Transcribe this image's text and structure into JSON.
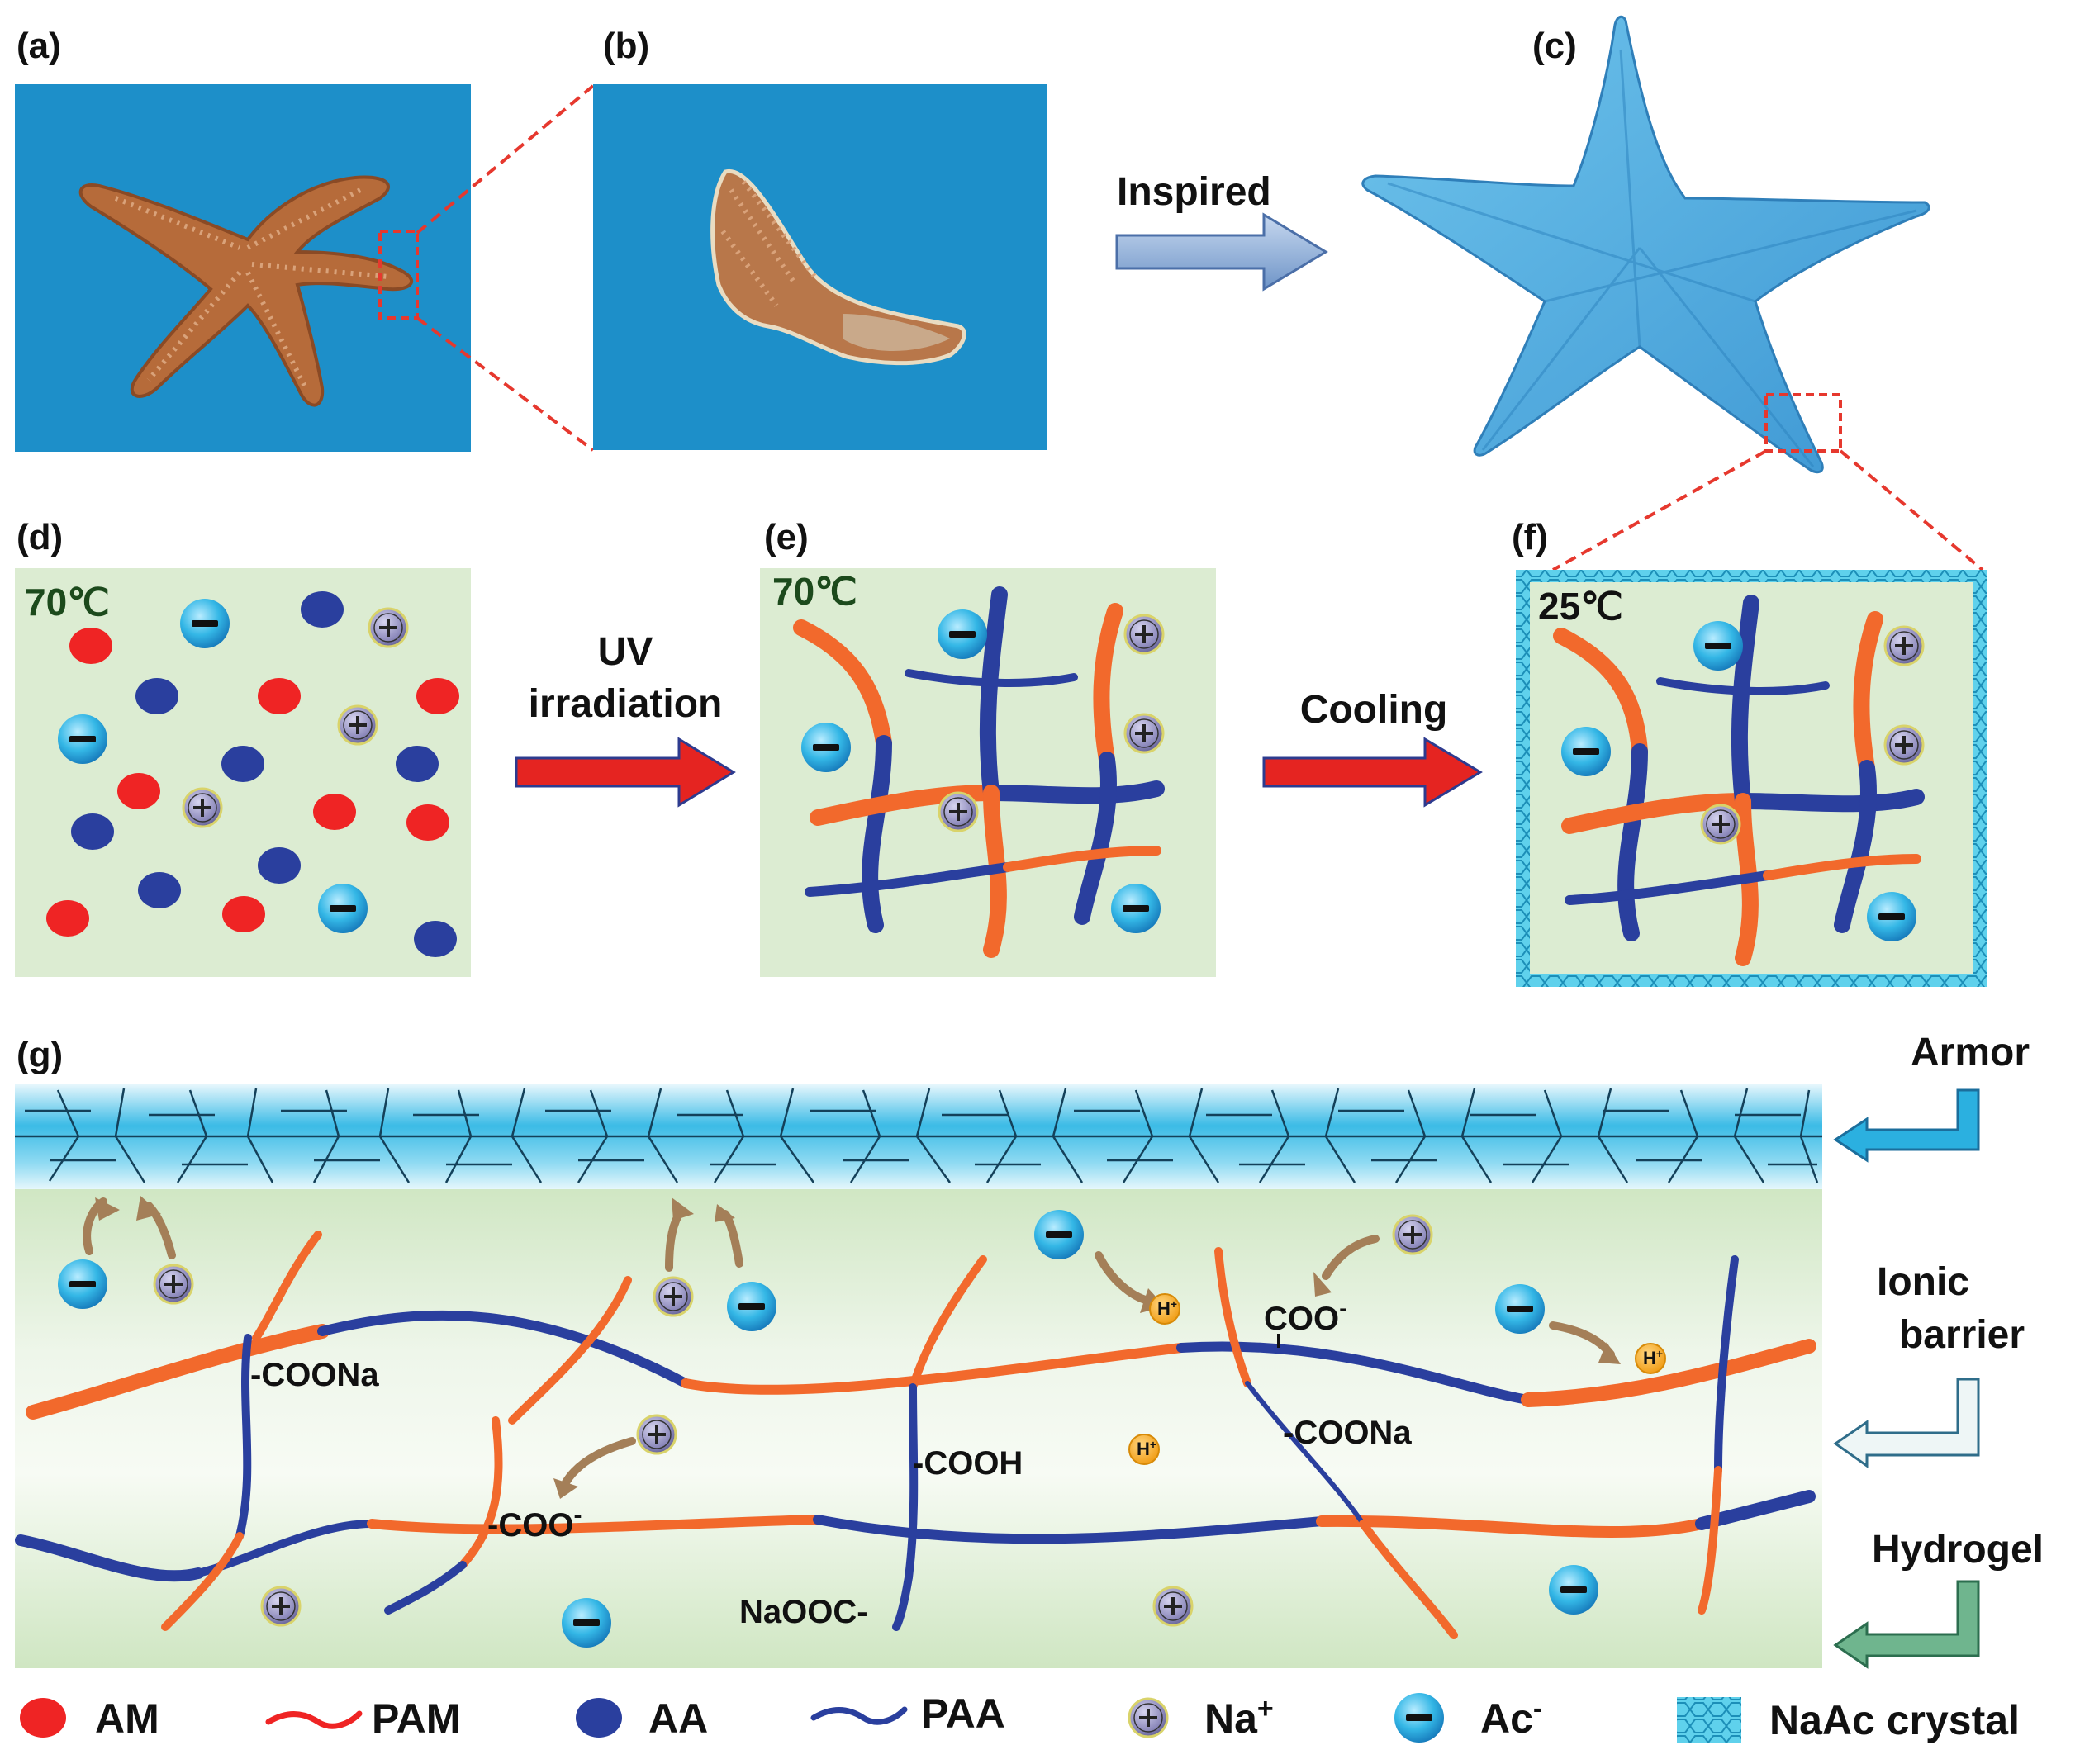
{
  "panels": {
    "a": "(a)",
    "b": "(b)",
    "c": "(c)",
    "d": "(d)",
    "e": "(e)",
    "f": "(f)",
    "g": "(g)"
  },
  "arrows": {
    "inspired": "Inspired",
    "uv_line1": "UV",
    "uv_line2": "irradiation",
    "cooling": "Cooling"
  },
  "temperatures": {
    "d": "70℃",
    "e": "70℃",
    "f": "25℃"
  },
  "layers": {
    "armor": "Armor",
    "ionic_line1": "Ionic",
    "ionic_line2": "barrier",
    "hydrogel": "Hydrogel"
  },
  "chem_labels": {
    "coona_left": "-COONa",
    "coo_top": "COO",
    "coo_top_sup": "-",
    "coona_right": "-COONa",
    "cooh": "-COOH",
    "coo_bottom": "-COO",
    "coo_bottom_sup": "-",
    "naooc": "NaOOC-",
    "h_plus": "H",
    "h_plus_sup": "+"
  },
  "legend": {
    "am": "AM",
    "pam": "PAM",
    "aa": "AA",
    "paa": "PAA",
    "na": "Na",
    "na_sup": "+",
    "ac": "Ac",
    "ac_sup": "-",
    "naac": "NaAc crystal"
  },
  "colors": {
    "photo_bg": "#1d8fc9",
    "panel_bg": "#dcecd2",
    "am_red": "#ef2424",
    "aa_blue": "#2a3f9e",
    "pam_orange": "#f2692c",
    "ac_cyan": "#33b6e4",
    "na_purple": "#8f8cbc",
    "crystal": "#5bd0ea",
    "dash_red": "#e6382e",
    "arrow_red": "#e52421",
    "arrow_gray_blue": "#8aa6cf",
    "proton": "#f6a71c"
  }
}
